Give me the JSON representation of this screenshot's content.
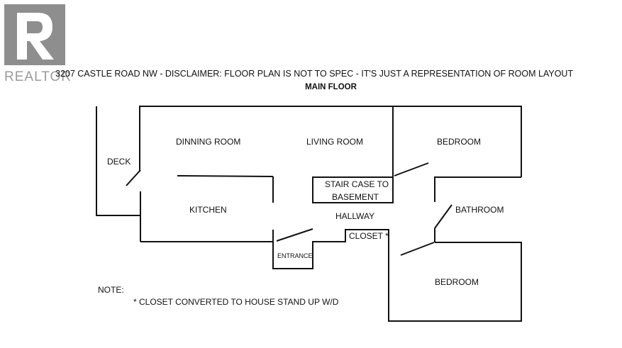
{
  "logo": {
    "wordmark": "REALTOR",
    "icon": "realtor-r-logo-icon",
    "color": "#8e8e8e"
  },
  "header": {
    "title": "3207 CASTLE ROAD NW - DISCLAIMER:  FLOOR PLAN IS NOT TO SPEC - IT'S JUST A REPRESENTATION OF ROOM LAYOUT",
    "subtitle": "MAIN FLOOR"
  },
  "rooms": {
    "deck": "DECK",
    "dining": "DINNING ROOM",
    "living": "LIVING ROOM",
    "bedroom1": "BEDROOM",
    "kitchen": "KITCHEN",
    "stair_line1": "STAIR CASE TO",
    "stair_line2": "BASEMENT",
    "hallway": "HALLWAY",
    "bathroom": "BATHROOM",
    "closet": "CLOSET *",
    "entrance": "ENTRANCE",
    "bedroom2": "BEDROOM"
  },
  "notes": {
    "label": "NOTE:",
    "item": "*   CLOSET CONVERTED TO HOUSE STAND UP W/D"
  }
}
